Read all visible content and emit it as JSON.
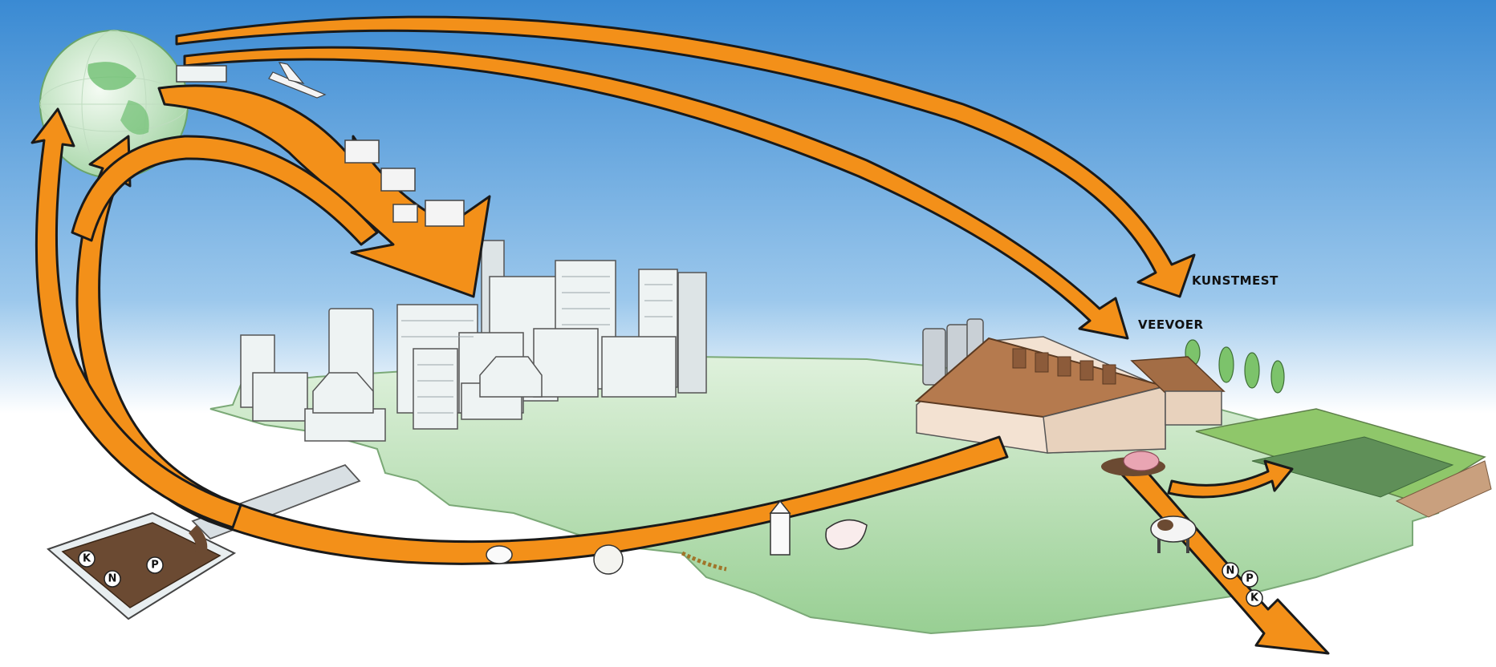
{
  "labels": {
    "kunstmest": "KUNSTMEST",
    "veevoer": "VEEVOER"
  },
  "nutrients": {
    "sewer": [
      "K",
      "N",
      "P"
    ],
    "field": [
      "N",
      "P",
      "K"
    ]
  },
  "icons": [
    "globe-icon",
    "city-icon",
    "farm-barn-icon",
    "silo-icon",
    "crop-field-icon",
    "pig-icon",
    "cow-icon",
    "sewage-tank-icon",
    "milk-carton-icon",
    "chicken-icon",
    "cauliflower-icon",
    "meat-icon",
    "grain-icon",
    "airplane-icon",
    "truck-icon",
    "cargo-ship-icon"
  ],
  "colors": {
    "sky_top": "#3f8fd4",
    "sky_bottom": "#ffffff",
    "arrow": "#f39019",
    "land": "#a9d9a4",
    "barn_roof": "#b57a4e",
    "manure": "#6b4a32"
  }
}
